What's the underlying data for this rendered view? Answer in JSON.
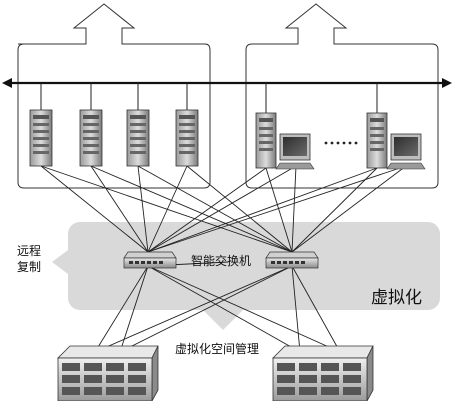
{
  "labels": {
    "remote_copy_line1": "远程",
    "remote_copy_line2": "复制",
    "smart_switch": "智能交换机",
    "virtualization": "虚拟化",
    "virtualized_space_mgmt": "虚拟化空间管理"
  },
  "icons": {
    "server": "server-icon",
    "workstation": "workstation-icon",
    "switch": "network-switch-icon",
    "storage": "storage-array-icon"
  },
  "colors": {
    "virtualization_panel": "#d9d9d9",
    "outline": "#333333",
    "background": "#ffffff"
  }
}
